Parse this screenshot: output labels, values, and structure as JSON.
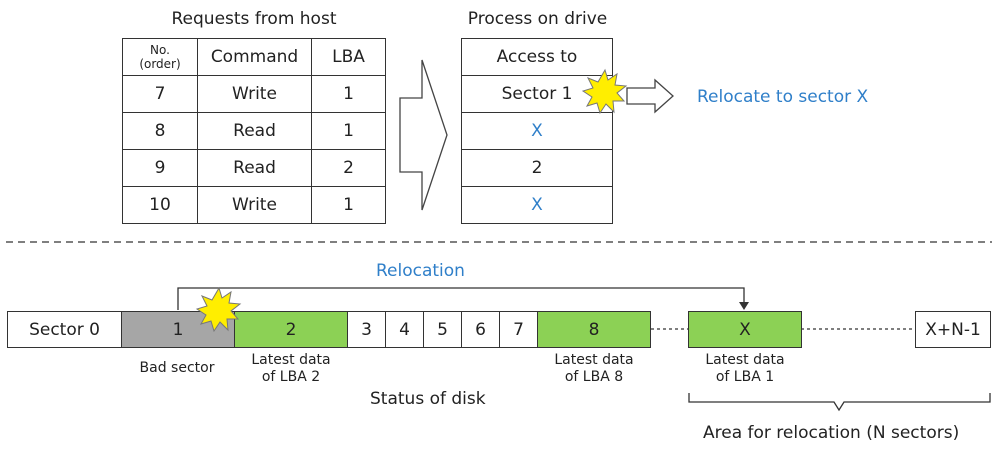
{
  "host": {
    "title": "Requests from host",
    "headers": {
      "no_line1": "No.",
      "no_line2": "(order)",
      "command": "Command",
      "lba": "LBA"
    },
    "rows": [
      {
        "no": "7",
        "command": "Write",
        "lba": "1"
      },
      {
        "no": "8",
        "command": "Read",
        "lba": "1"
      },
      {
        "no": "9",
        "command": "Read",
        "lba": "2"
      },
      {
        "no": "10",
        "command": "Write",
        "lba": "1"
      }
    ]
  },
  "drive": {
    "title": "Process on drive",
    "header": "Access to",
    "rows": [
      "Sector 1",
      "X",
      "2",
      "X"
    ]
  },
  "relocate_label": "Relocate to sector X",
  "relocation_label": "Relocation",
  "disk": {
    "cells": [
      "Sector 0",
      "1",
      "2",
      "3",
      "4",
      "5",
      "6",
      "7",
      "8",
      "X",
      "X+N-1"
    ],
    "bad_sector_label": "Bad sector",
    "latest_lba2": [
      "Latest data",
      "of LBA 2"
    ],
    "latest_lba8": [
      "Latest data",
      "of LBA 8"
    ],
    "latest_lba1": [
      "Latest data",
      "of LBA 1"
    ],
    "status_label": "Status of disk",
    "area_label": "Area for relocation (N sectors)"
  },
  "colors": {
    "accent_blue": "#2f7fc9",
    "latest_green": "#8cd155",
    "bad_gray": "#a6a6a6",
    "burst_yellow": "#ffee00"
  }
}
